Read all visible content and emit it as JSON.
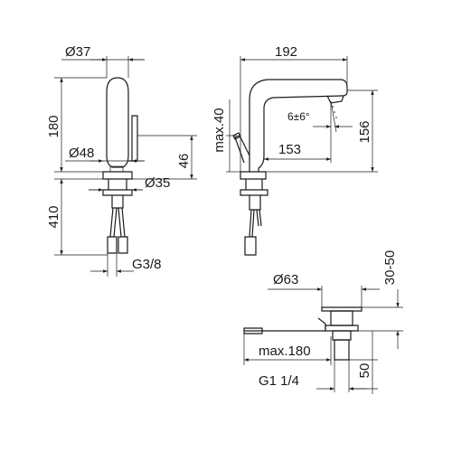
{
  "dimensions": {
    "dia_37": "Ø37",
    "h_180": "180",
    "dia_48": "Ø48",
    "h_46": "46",
    "dia_35": "Ø35",
    "h_410": "410",
    "thread_g38": "G3/8",
    "w_192": "192",
    "max_40": "max.40",
    "angle_6": "6±6°",
    "h_156": "156",
    "w_153": "153",
    "dia_63": "Ø63",
    "range_30_50": "30-50",
    "max_180": "max.180",
    "h_50": "50",
    "thread_g114": "G1 1/4"
  }
}
